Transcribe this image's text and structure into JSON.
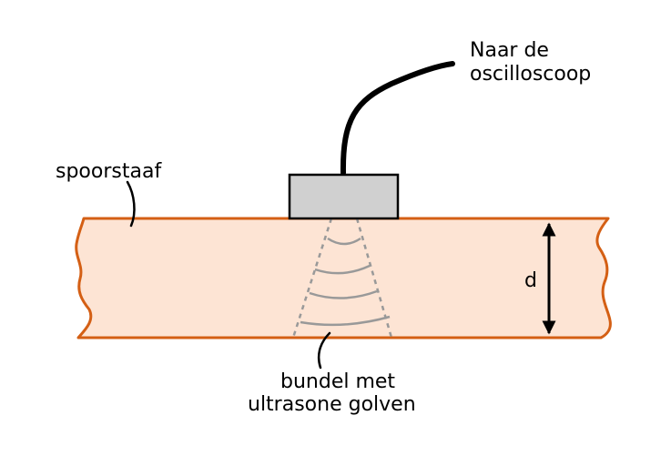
{
  "labels": {
    "cable_line1": "Naar de",
    "cable_line2": "oscilloscoop",
    "rail": "spoorstaaf",
    "beam_line1": "bundel met",
    "beam_line2": "ultrasone golven",
    "thickness": "d"
  },
  "colors": {
    "rail_fill": "#fde4d4",
    "rail_stroke": "#d45f14",
    "probe_fill": "#d0d0d0",
    "probe_stroke": "#000000",
    "wave_stroke": "#999999",
    "cable": "#000000",
    "arrow": "#000000"
  },
  "icons": {
    "probe": "transducer-block",
    "beam": "ultrasound-beam-waves",
    "arrow": "double-headed-arrow"
  }
}
